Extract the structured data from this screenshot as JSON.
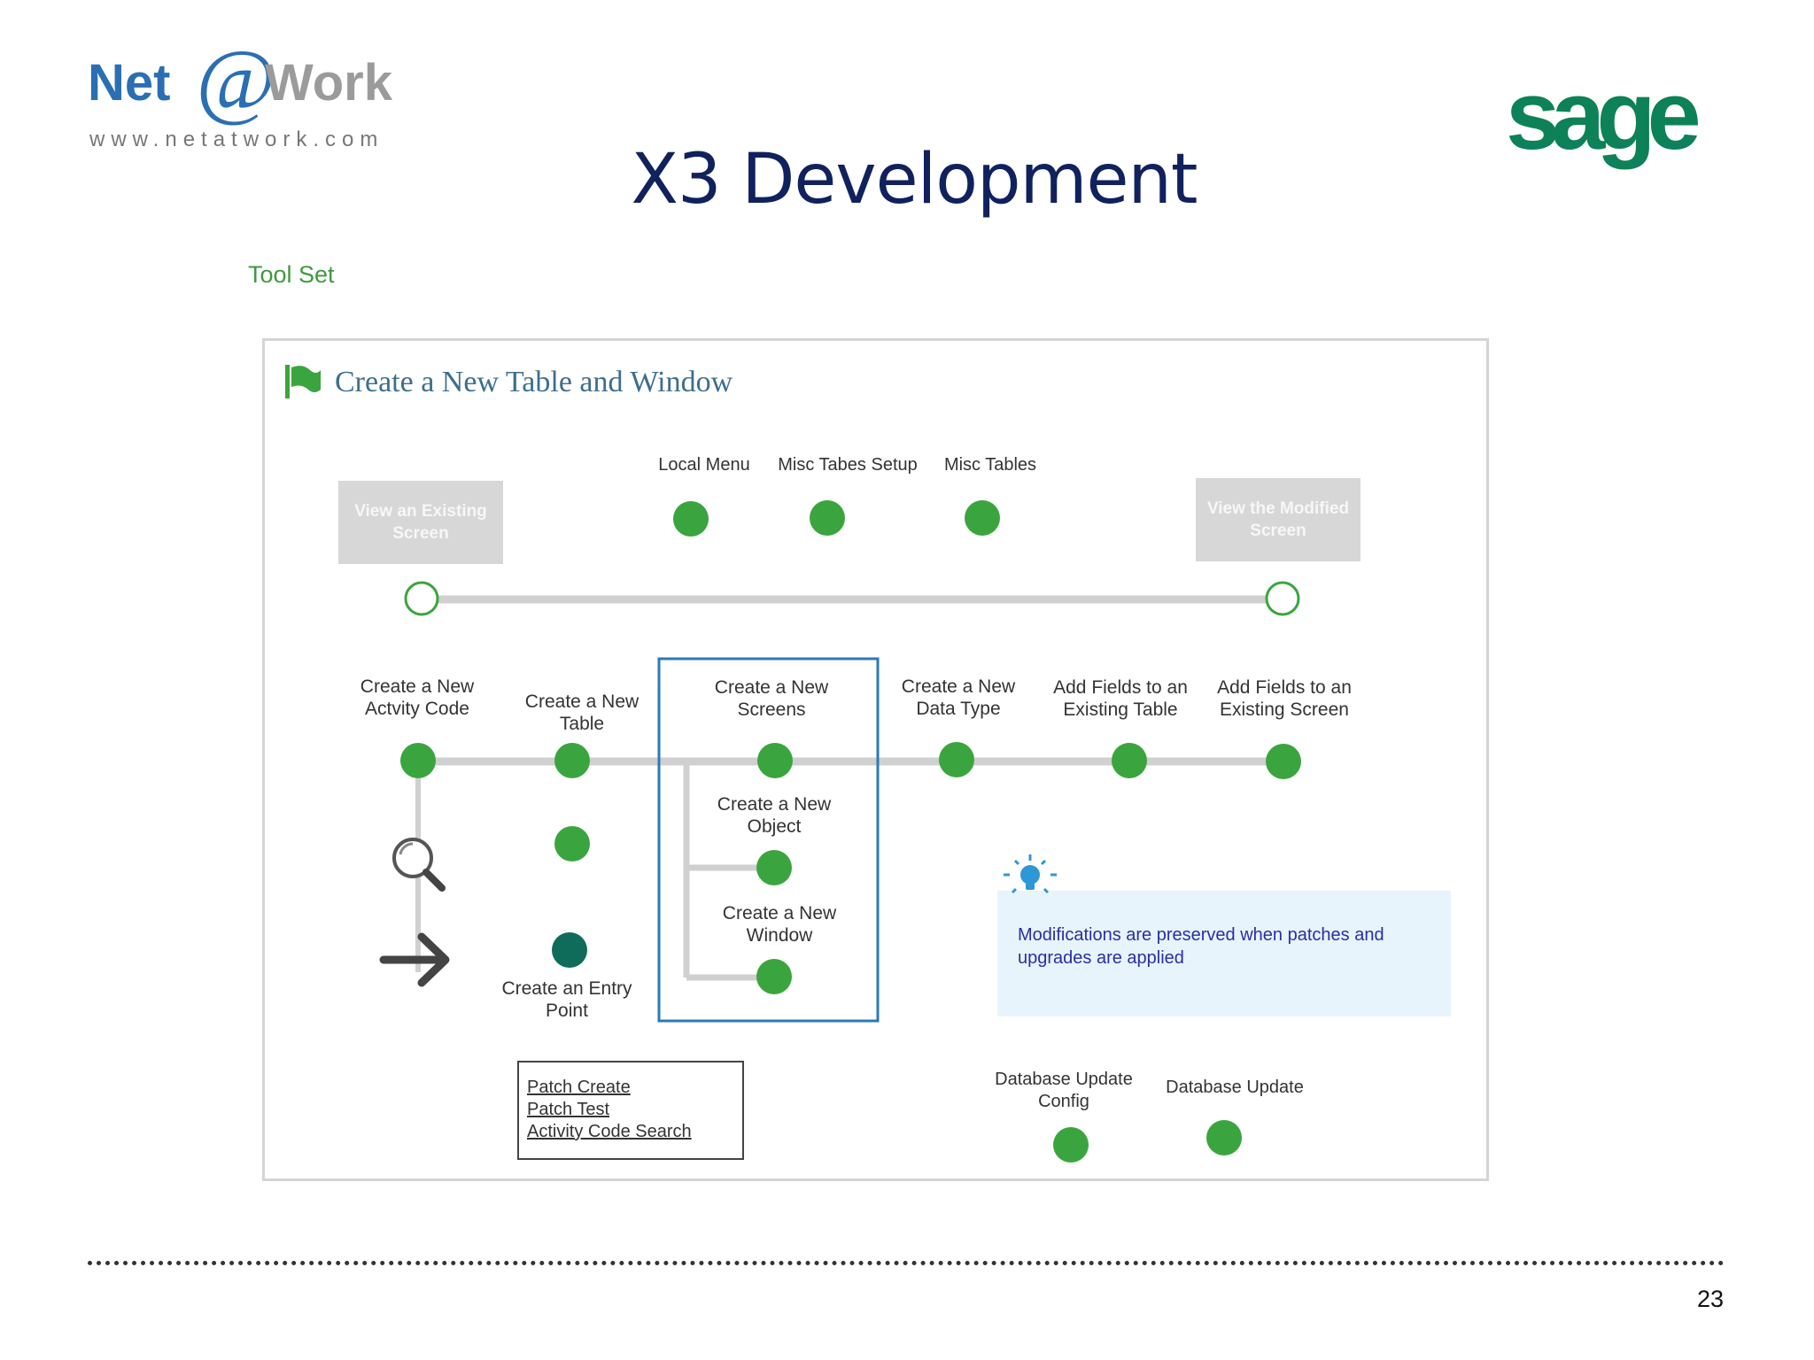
{
  "header": {
    "logo_left_text": "Net@Work",
    "logo_left_url": "www.netatwork.com",
    "logo_right_text": "sage",
    "title": "X3 Development",
    "subtitle": "Tool Set"
  },
  "panel": {
    "title": "Create a New Table and Window",
    "top_nodes": [
      "Local Menu",
      "Misc Tabes Setup",
      "Misc Tables"
    ],
    "view_existing": "View an Existing\nScreen",
    "view_modified": "View the Modified\nScreen",
    "main_nodes": [
      "Create a New\nActvity Code",
      "Create a New\nTable",
      "Create a New\nScreens",
      "Create a New\nData Type",
      "Add Fields to an\nExisting Table",
      "Add Fields to an\nExisting Screen"
    ],
    "sub_nodes": [
      "Create a New\nObject",
      "Create a New\nWindow"
    ],
    "entry_point": "Create an Entry\nPoint",
    "tip": "Modifications are preserved when patches and upgrades are applied",
    "links": [
      "Patch Create",
      "Patch Test",
      "Activity Code Search"
    ],
    "db_nodes": [
      "Database Update\nConfig",
      "Database Update"
    ]
  },
  "footer": {
    "page_number": "23"
  },
  "colors": {
    "node_green": "#3aa53e",
    "entry_teal": "#0f6b5a",
    "title_navy": "#10215e",
    "sage_green": "#0d8158",
    "connector_grey": "#d0d0d0",
    "highlight_blue": "#2d79b8"
  }
}
